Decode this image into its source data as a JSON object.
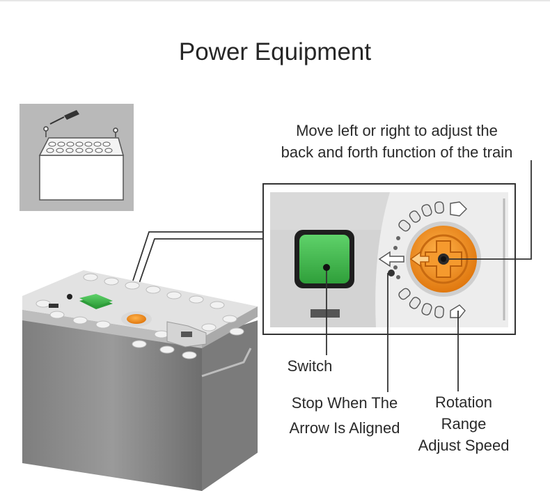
{
  "title": "Power Equipment",
  "callouts": {
    "direction": [
      "Move left or right to adjust the",
      "back and forth function of the train"
    ],
    "switch": "Switch",
    "stop": [
      "Stop When The",
      "Arrow Is Aligned"
    ],
    "rotation": [
      "Rotation",
      "Range",
      "Adjust Speed"
    ]
  },
  "colors": {
    "switch_green": "#3db84a",
    "dial_orange": "#f08a1c",
    "body_gray": "#8c8c8c",
    "top_gray": "#dcdcdc"
  }
}
